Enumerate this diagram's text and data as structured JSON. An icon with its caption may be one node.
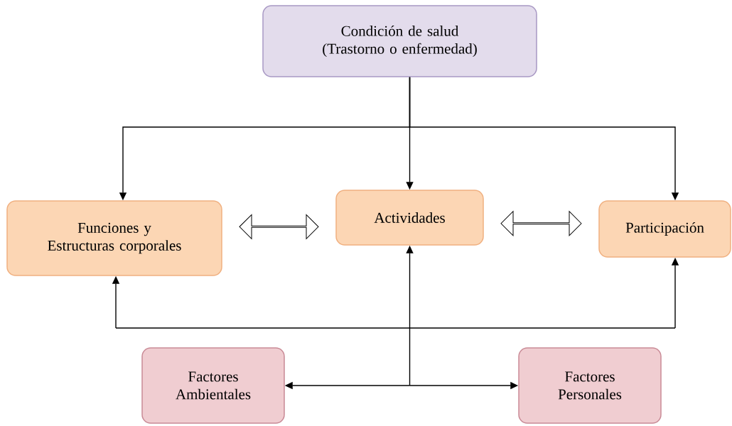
{
  "diagram": {
    "nodes": [
      {
        "text": [
          "Condición de salud (Trastorno o enfermedad)"
        ]
      },
      {
        "text": [
          "Funciones y Estructuras corporales"
        ]
      },
      {
        "text": [
          "Actividades"
        ]
      },
      {
        "text": [
          "Participación"
        ]
      },
      {
        "text": [
          "Factores Ambientales"
        ]
      },
      {
        "text": [
          "Factores Personales"
        ]
      }
    ],
    "edges": [
      {
        "from": 0,
        "to": 1,
        "arrow": "to"
      },
      {
        "from": 0,
        "to": 2,
        "arrow": "to"
      },
      {
        "from": 0,
        "to": 3,
        "arrow": "to"
      },
      {
        "from": 1,
        "to": 2,
        "arrow": "both",
        "style": "thick"
      },
      {
        "from": 2,
        "to": 3,
        "arrow": "both",
        "style": "thick"
      },
      {
        "from": 4,
        "to": 1,
        "arrow": "both"
      },
      {
        "from": 4,
        "to": 2,
        "arrow": "both"
      },
      {
        "from": 4,
        "to": 3,
        "arrow": "both"
      },
      {
        "from": 5,
        "to": 1,
        "arrow": "both"
      },
      {
        "from": 5,
        "to": 2,
        "arrow": "both"
      },
      {
        "from": 5,
        "to": 3,
        "arrow": "both"
      }
    ]
  }
}
